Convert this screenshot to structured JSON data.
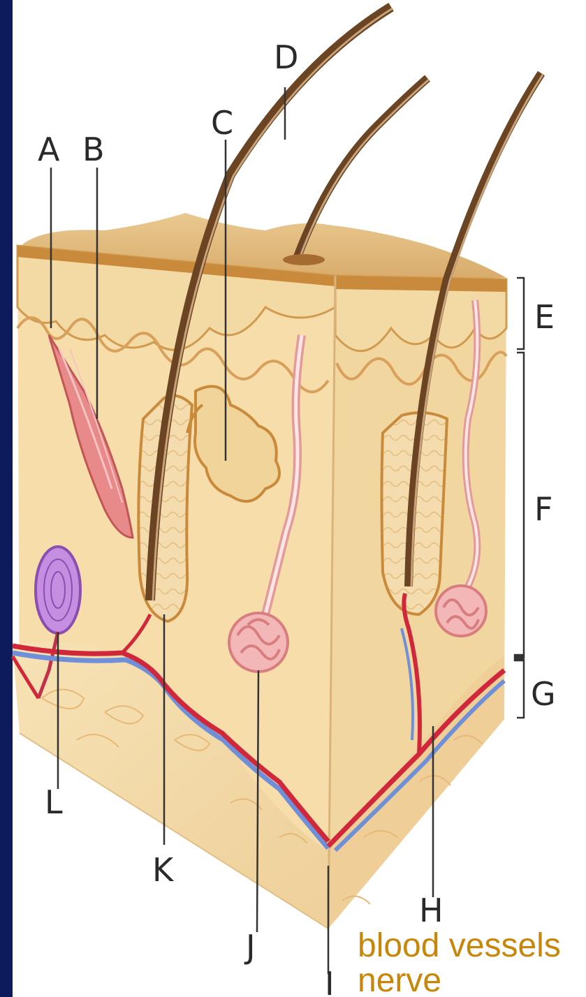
{
  "diagram": {
    "labels": {
      "a": "A",
      "b": "B",
      "c": "C",
      "d": "D",
      "e": "E",
      "f": "F",
      "g": "G",
      "h": "H",
      "i": "I",
      "j": "J",
      "k": "K",
      "l": "L"
    },
    "annotations": {
      "blood_vessels": "blood vessels",
      "nerve": "nerve"
    }
  },
  "colors": {
    "frame": "#0d1a5c",
    "annotation_text": "#c8860a",
    "skin_tan": "#f5dcaa",
    "epidermis": "#e0b06a",
    "artery": "#d0283a",
    "vein": "#6f8fd8",
    "receptor": "#b27ad6"
  }
}
